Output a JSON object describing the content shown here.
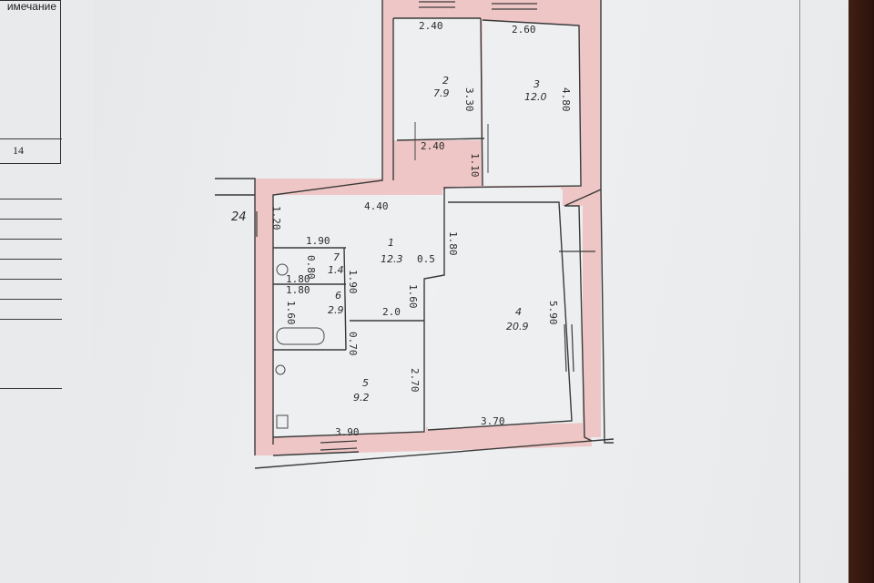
{
  "left_sheet": {
    "title": "имечание",
    "page_number": "14"
  },
  "plan": {
    "marker": "24",
    "rooms": [
      {
        "number": "1",
        "area": "12.3"
      },
      {
        "number": "2",
        "area": "7.9"
      },
      {
        "number": "3",
        "area": "12.0"
      },
      {
        "number": "4",
        "area": "20.9"
      },
      {
        "number": "5",
        "area": "9.2"
      },
      {
        "number": "6",
        "area": "2.9"
      },
      {
        "number": "7",
        "area": "1.4"
      }
    ],
    "dimensions": [
      "2.40",
      "2.60",
      "3.30",
      "4.80",
      "2.40",
      "1.10",
      "4.40",
      "1.20",
      "1.90",
      "1.80",
      "0.80",
      "1.80",
      "1.90",
      "0.5",
      "1.80",
      "1.60",
      "1.60",
      "2.0",
      "0.70",
      "5.90",
      "2.70",
      "3.90",
      "3.70"
    ]
  }
}
